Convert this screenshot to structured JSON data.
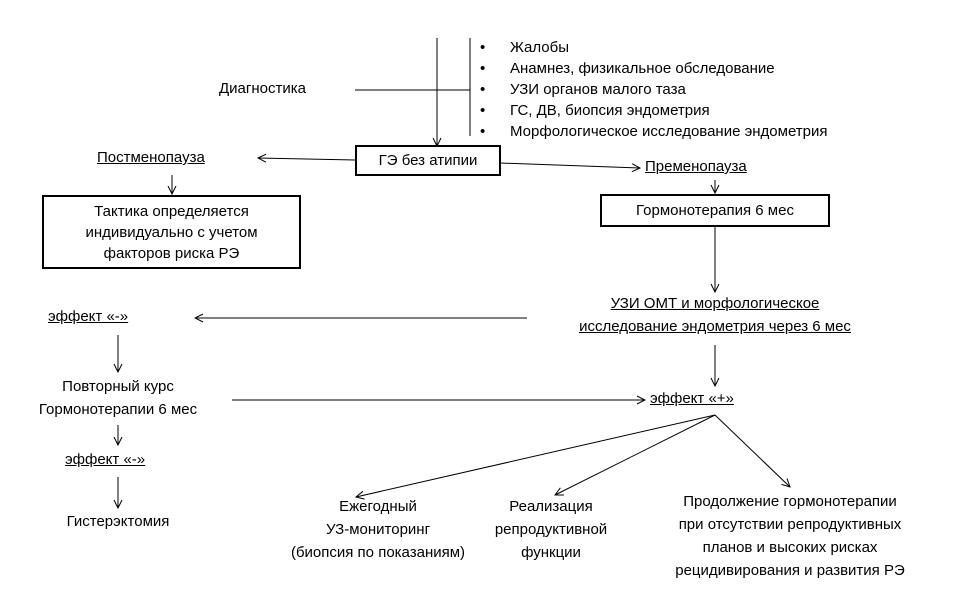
{
  "diagnostics": {
    "label": "Диагностика",
    "items": [
      "Жалобы",
      "Анамнез, физикальное обследование",
      "УЗИ органов малого таза",
      "ГС, ДВ, биопсия эндометрия",
      "Морфологическое исследование эндометрия"
    ]
  },
  "main_box": "ГЭ без атипии",
  "left": {
    "postmenopause": "Постменопауза",
    "tactics": [
      "Тактика определяется",
      "индивидуально с учетом",
      "факторов риска РЭ"
    ],
    "effect_neg_1": "эффект  «-»",
    "repeat_course": [
      "Повторный курс",
      "Гормонотерапии 6 мес"
    ],
    "effect_neg_2": "эффект «-»",
    "hysterectomy": "Гистерэктомия"
  },
  "right": {
    "premenopause": "Пременопауза",
    "hormone_box": "Гормонотерапия 6 мес",
    "ultrasound": [
      "УЗИ ОМТ и морфологическое",
      "исследование эндометрия через 6 мес"
    ],
    "effect_pos": "эффект «+»"
  },
  "outcomes": {
    "monitoring": [
      "Ежегодный",
      "УЗ-мониторинг",
      "(биопсия по показаниям)"
    ],
    "reproduction": [
      "Реализация",
      "репродуктивной",
      "функции"
    ],
    "continuation": [
      "Продолжение гормонотерапии",
      "при отсутствии репродуктивных",
      "планов и высоких рисках",
      "рецидивирования  и развития РЭ"
    ]
  }
}
